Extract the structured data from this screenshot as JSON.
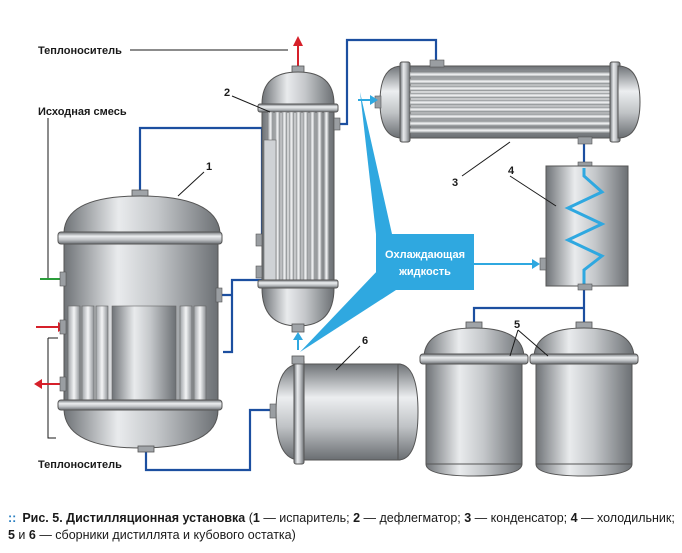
{
  "labels": {
    "heat_carrier_top": "Теплоноситель",
    "feed_mixture": "Исходная смесь",
    "heat_carrier_bottom": "Теплоноситель",
    "cooling_liquid_line1": "Охлаждающая",
    "cooling_liquid_line2": "жидкость"
  },
  "numbers": {
    "n1": "1",
    "n2": "2",
    "n3": "3",
    "n4": "4",
    "n5": "5",
    "n6": "6"
  },
  "colors": {
    "pipe_blue": "#1c4fa0",
    "heat_red": "#d6202a",
    "feed_green": "#2a9d3a",
    "coolant_cyan": "#2fa8e0",
    "vessel_gray": "#a8acb0"
  },
  "caption": {
    "fig": "Рис. 5.",
    "title": "Дистилляционная установка",
    "p1": " (",
    "k1": "1",
    "t1": " — испаритель; ",
    "k2": "2",
    "t2": " — дефлегматор; ",
    "k3": "3",
    "t3": " — конденсатор; ",
    "k4": "4",
    "t4": " — холодильник; ",
    "k5": "5",
    "t5": " и ",
    "k6": "6",
    "t6": " — сборники дистиллята и кубового остатка)"
  }
}
